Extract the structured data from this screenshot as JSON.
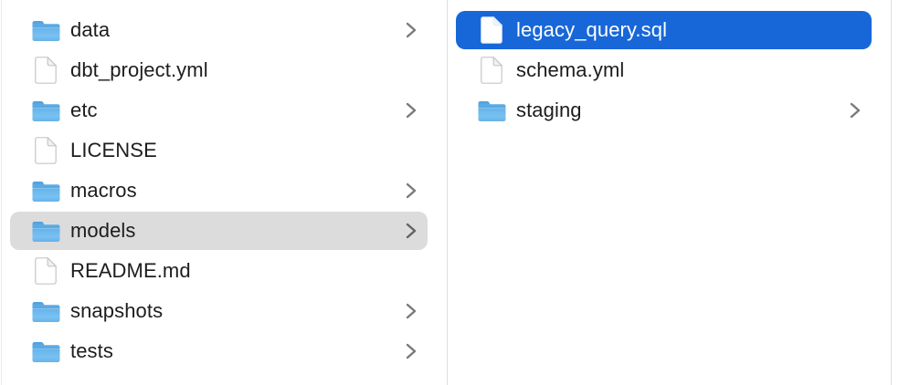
{
  "window": {
    "view": "finder-column-view"
  },
  "colors": {
    "accent_blue": "#1767d9",
    "selection_gray": "#dcdcdc",
    "divider": "#dedede",
    "edge_line": "#ececec",
    "text_dark": "#1d1d1f",
    "text_selected": "#ffffff",
    "chevron_gray": "#7a7a7a",
    "folder_blue_top": "#4f9edc",
    "folder_blue_body": "#79c1f2",
    "doc_border": "#c6c6c6"
  },
  "icons": {
    "folder": "folder-icon",
    "document": "document-icon",
    "chevron": "chevron-right-icon"
  },
  "columns": [
    {
      "name": "left-column",
      "items": [
        {
          "label": "data",
          "type": "folder",
          "chevron": true,
          "selected": false,
          "selection_style": null
        },
        {
          "label": "dbt_project.yml",
          "type": "document",
          "chevron": false,
          "selected": false,
          "selection_style": null
        },
        {
          "label": "etc",
          "type": "folder",
          "chevron": true,
          "selected": false,
          "selection_style": null
        },
        {
          "label": "LICENSE",
          "type": "document",
          "chevron": false,
          "selected": false,
          "selection_style": null
        },
        {
          "label": "macros",
          "type": "folder",
          "chevron": true,
          "selected": false,
          "selection_style": null
        },
        {
          "label": "models",
          "type": "folder",
          "chevron": true,
          "selected": true,
          "selection_style": "gray"
        },
        {
          "label": "README.md",
          "type": "document",
          "chevron": false,
          "selected": false,
          "selection_style": null
        },
        {
          "label": "snapshots",
          "type": "folder",
          "chevron": true,
          "selected": false,
          "selection_style": null
        },
        {
          "label": "tests",
          "type": "folder",
          "chevron": true,
          "selected": false,
          "selection_style": null
        }
      ]
    },
    {
      "name": "right-column",
      "items": [
        {
          "label": "legacy_query.sql",
          "type": "document",
          "chevron": false,
          "selected": true,
          "selection_style": "blue"
        },
        {
          "label": "schema.yml",
          "type": "document",
          "chevron": false,
          "selected": false,
          "selection_style": null
        },
        {
          "label": "staging",
          "type": "folder",
          "chevron": true,
          "selected": false,
          "selection_style": null
        }
      ]
    }
  ]
}
